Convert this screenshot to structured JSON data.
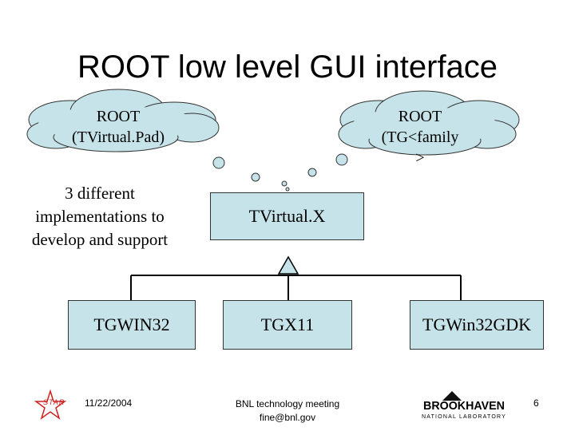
{
  "slide": {
    "title": "ROOT low level GUI interface",
    "cloud_left": {
      "line1": "ROOT",
      "line2": "(TVirtual.Pad)"
    },
    "cloud_right": {
      "line1": "ROOT",
      "line2": "(TG<family",
      "line3": ">"
    },
    "implementations_note": {
      "line1": "3 different",
      "line2": "implementations to",
      "line3": "develop and support"
    },
    "boxes": {
      "base": "TVirtual.X",
      "left": "TGWIN32",
      "middle": "TGX11",
      "right": "TGWin32GDK"
    }
  },
  "footer": {
    "date": "11/22/2004",
    "meeting_line1": "BNL technology meeting",
    "meeting_line2": "fine@bnl.gov",
    "page_number": "6",
    "star_logo_text": "STAR",
    "bnl_logo_line1": "BROOKHAVEN",
    "bnl_logo_line2": "NATIONAL LABORATORY"
  },
  "colors": {
    "cloud_fill": "#c5e3e8",
    "box_fill": "#c5e3e8",
    "outline": "#333333",
    "star_logo": "#cc2222",
    "bnl_logo": "#111111"
  }
}
